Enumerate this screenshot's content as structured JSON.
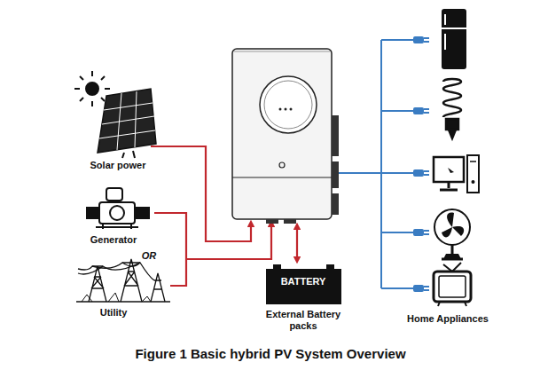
{
  "diagram": {
    "caption": "Figure 1 Basic hybrid PV System Overview",
    "nodes": [
      {
        "text": [
          "BATTERY",
          "External Battery packs"
        ]
      }
    ],
    "labels": [
      "Solar power",
      "Generator",
      "OR",
      "Utility",
      "Home Appliances"
    ]
  }
}
